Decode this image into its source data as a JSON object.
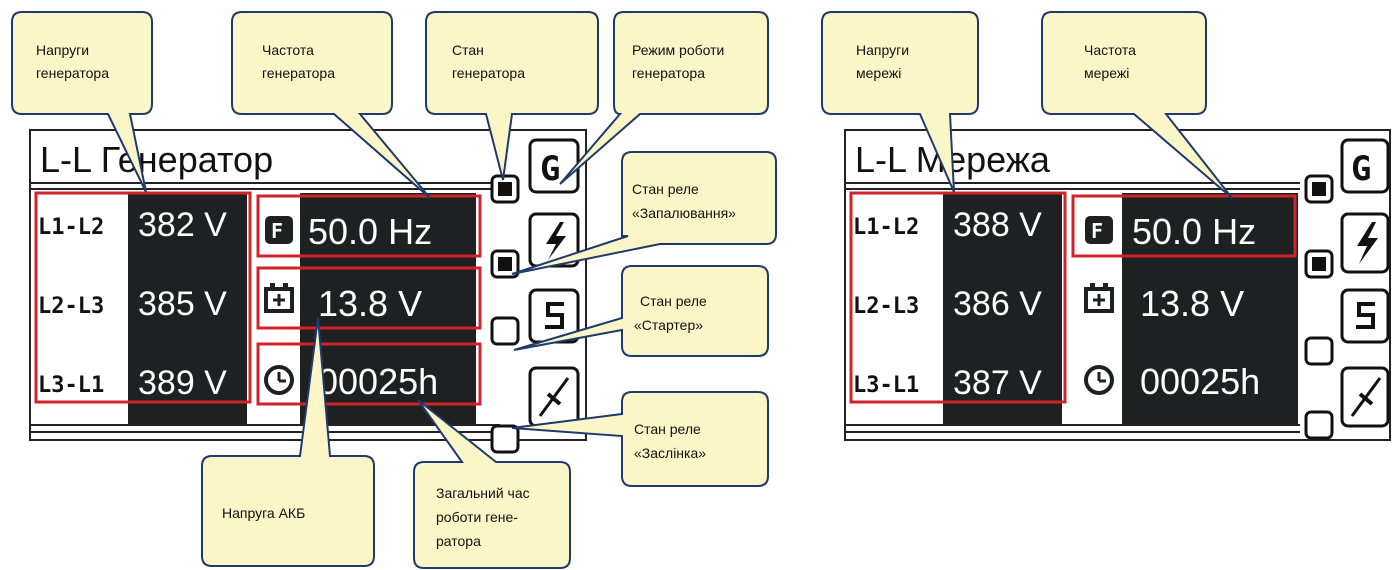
{
  "colors": {
    "lcd_dark": "#1f2021",
    "highlight": "#d2232a",
    "callout_fill": "#fbf6c8",
    "callout_stroke": "#1f3a6b"
  },
  "generator_display": {
    "title": "L-L Генератор",
    "rows": [
      {
        "label": "L1-L2",
        "value": "382 V"
      },
      {
        "label": "L2-L3",
        "value": "385 V"
      },
      {
        "label": "L3-L1",
        "value": "389 V"
      }
    ],
    "frequency": {
      "icon": "F",
      "value": "50.0 Hz"
    },
    "battery": {
      "icon": "battery-icon",
      "value": "13.8 V"
    },
    "hours": {
      "icon": "clock-icon",
      "value": "00025h"
    },
    "mode_icons": [
      "G",
      "flash-icon",
      "starter-icon",
      "flap-icon"
    ]
  },
  "mains_display": {
    "title": "L-L Мережа",
    "rows": [
      {
        "label": "L1-L2",
        "value": "388 V"
      },
      {
        "label": "L2-L3",
        "value": "386 V"
      },
      {
        "label": "L3-L1",
        "value": "387 V"
      }
    ],
    "frequency": {
      "icon": "F",
      "value": "50.0 Hz"
    },
    "battery": {
      "icon": "battery-icon",
      "value": "13.8 V"
    },
    "hours": {
      "icon": "clock-icon",
      "value": "00025h"
    },
    "mode_icons": [
      "G",
      "flash-icon",
      "starter-icon",
      "flap-icon"
    ]
  },
  "callouts": {
    "gen_voltages": [
      "Напруги",
      "генератора"
    ],
    "gen_frequency": [
      "Частота",
      "генератора"
    ],
    "gen_state": [
      "Стан",
      "генератора"
    ],
    "gen_mode": [
      "Режим роботи",
      "генератора"
    ],
    "ignition_relay": [
      "Стан реле",
      "«Запалювання»"
    ],
    "starter_relay": [
      "Стан реле",
      "«Стартер»"
    ],
    "flap_relay": [
      "Стан реле",
      "«Заслінка»"
    ],
    "battery_voltage": [
      "Напруга  АКБ"
    ],
    "total_runtime": [
      "Загальний час",
      "роботи гене-",
      "ратора"
    ],
    "mains_voltages": [
      "Напруги",
      "мережі"
    ],
    "mains_frequency": [
      "Частота",
      "мережі"
    ]
  }
}
